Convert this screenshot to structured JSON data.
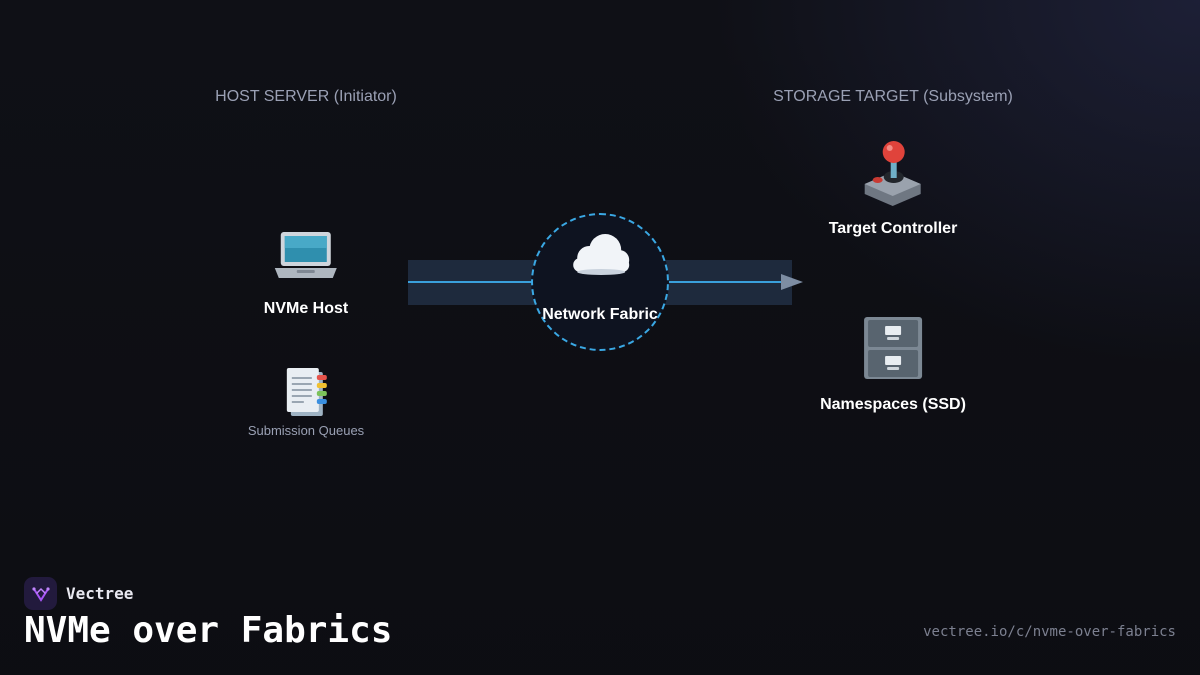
{
  "sections": {
    "host_label": "HOST SERVER (Initiator)",
    "target_label": "STORAGE TARGET (Subsystem)"
  },
  "nodes": {
    "nvme_host": {
      "label": "NVMe Host",
      "icon": "laptop-icon"
    },
    "submission_queues": {
      "label": "Submission Queues",
      "icon": "bookmark-tabs-icon"
    },
    "network_fabric": {
      "label": "Network Fabric",
      "icon": "cloud-icon"
    },
    "target_controller": {
      "label": "Target Controller",
      "icon": "joystick-icon"
    },
    "namespaces": {
      "label": "Namespaces (SSD)",
      "icon": "file-cabinet-icon"
    }
  },
  "colors": {
    "background": "#0f1016",
    "link_line": "#3aa0dc",
    "link_band": "#1e2a3d",
    "fabric_border": "#3aa8e4",
    "muted_text": "#9aa0b4",
    "brand_accent": "#a855f7"
  },
  "footer": {
    "brand": "Vectree",
    "brand_icon": "vectree-logo-icon",
    "title": "NVMe over Fabrics",
    "url": "vectree.io/c/nvme-over-fabrics"
  }
}
